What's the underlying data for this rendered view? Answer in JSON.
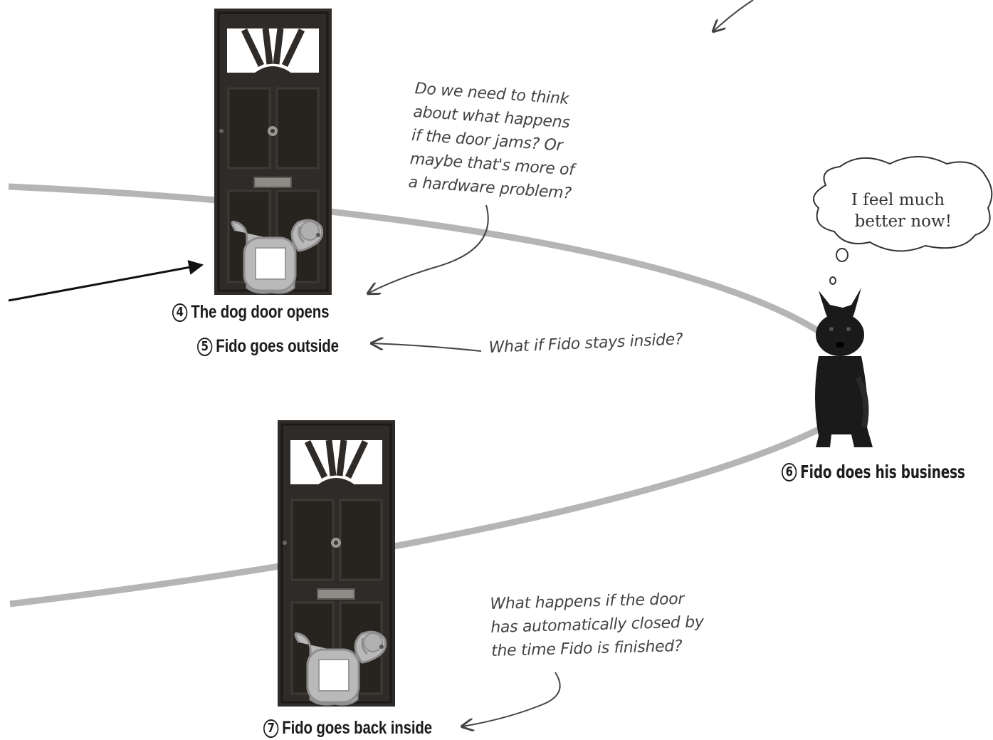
{
  "steps": {
    "s4": {
      "num": "4",
      "label": "The dog door opens"
    },
    "s5": {
      "num": "5",
      "label": "Fido goes outside"
    },
    "s6": {
      "num": "6",
      "label": "Fido does his business"
    },
    "s7": {
      "num": "7",
      "label": "Fido goes back inside"
    }
  },
  "notes": {
    "door_jam": "Do we need to think\nabout what happens\nif the door jams? Or\nmaybe that's more of\na hardware problem?",
    "stays_inside": "What if Fido stays inside?",
    "auto_closed": "What happens if the door\nhas automatically closed by\nthe time Fido is finished?"
  },
  "thought_bubble": {
    "text": "I feel much\n  better now!"
  },
  "colors": {
    "path": "#b5b5b5",
    "door": "#2f2b29",
    "flap": "#b9b9b9",
    "dog": "#1a1a1a",
    "text": "#1c1c1c"
  },
  "icons": {
    "door": "front-door-illustration",
    "dog": "scottish-terrier-dog",
    "flap": "dog-shaped-door-flap"
  }
}
